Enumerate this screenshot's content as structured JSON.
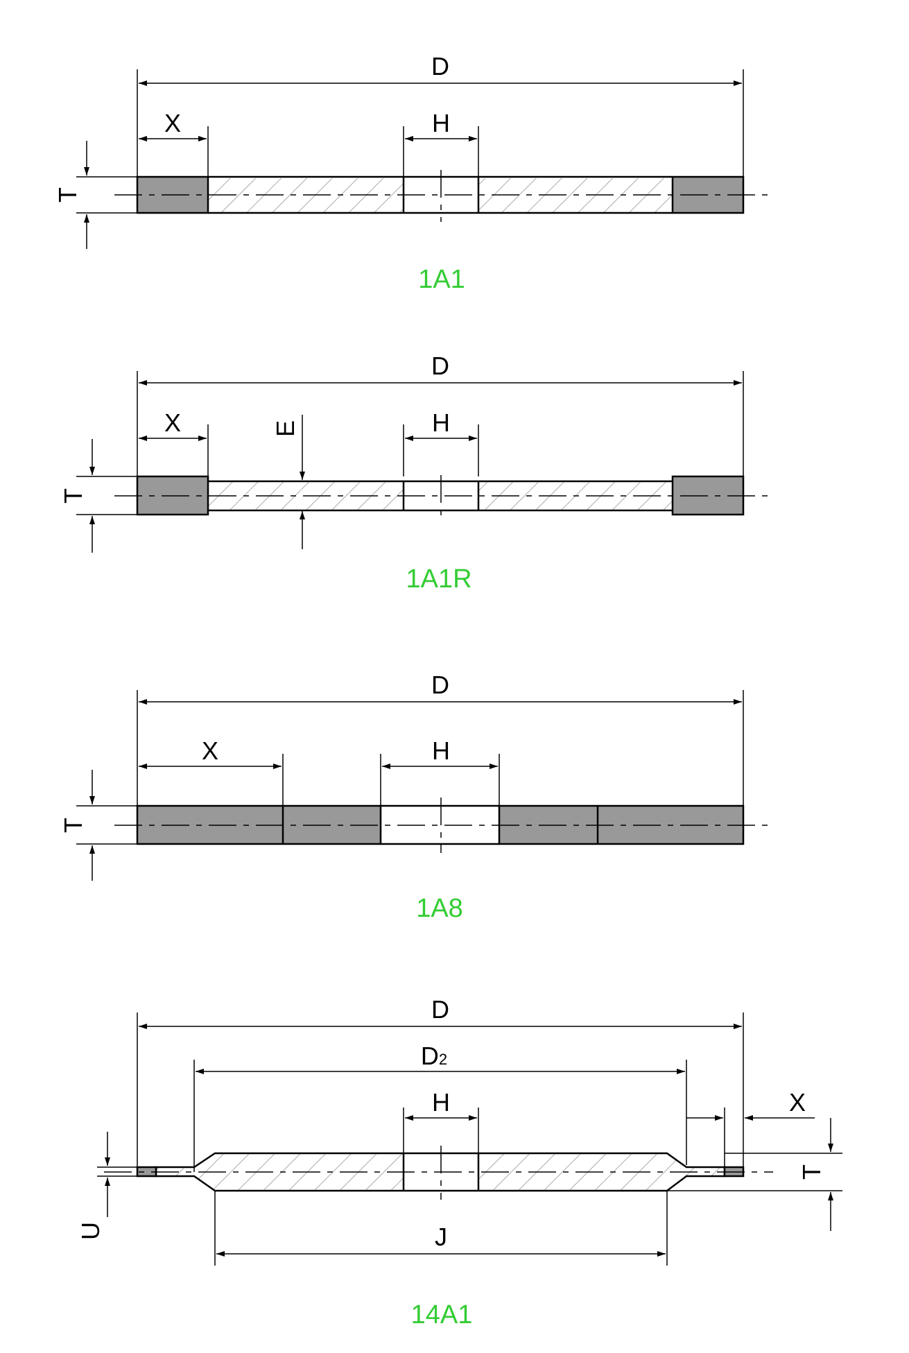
{
  "colors": {
    "caption": "#33cc33",
    "abrasive": "#999999",
    "body_hatch": "#aaaaaa",
    "line": "#000000"
  },
  "sections": [
    {
      "caption": "1A1",
      "labels": {
        "D": "D",
        "X": "X",
        "H": "H",
        "T": "T"
      }
    },
    {
      "caption": "1A1R",
      "labels": {
        "D": "D",
        "X": "X",
        "H": "H",
        "T": "T",
        "E": "E"
      }
    },
    {
      "caption": "1A8",
      "labels": {
        "D": "D",
        "X": "X",
        "H": "H",
        "T": "T"
      }
    },
    {
      "caption": "14A1",
      "labels": {
        "D": "D",
        "D2": "D",
        "D2_sub": "2",
        "H": "H",
        "X": "X",
        "T": "T",
        "U": "U",
        "J": "J"
      }
    }
  ]
}
